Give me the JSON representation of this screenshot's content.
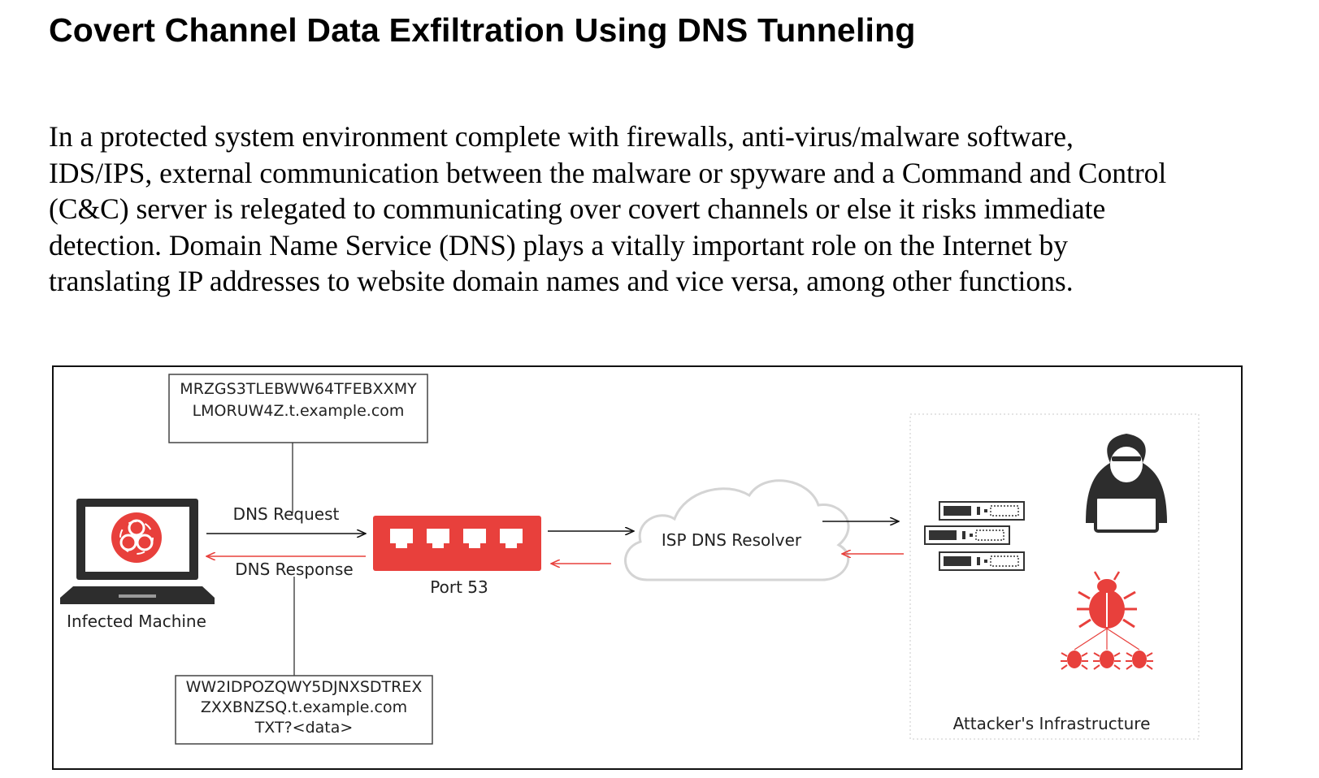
{
  "title": "Covert Channel Data Exfiltration Using DNS Tunneling",
  "paragraph_lines": [
    "In a protected system environment complete with firewalls, anti-virus/malware software,",
    "IDS/IPS, external communication between the malware or spyware and a Command and Control",
    "(C&C) server is relegated to communicating over covert channels or else it risks immediate",
    "detection. Domain Name Service (DNS) plays a vitally important role on the Internet by",
    "translating IP addresses to website domain names and vice versa, among other functions."
  ],
  "diagram": {
    "request_box": [
      "MRZGS3TLEBWW64TFEBXXMY",
      "LMORUW4Z.t.example.com"
    ],
    "response_box": [
      "WW2IDPOZQWY5DJNXSDTREX",
      "ZXXBNZSQ.t.example.com",
      "TXT?<data>"
    ],
    "dns_request_label": "DNS Request",
    "dns_response_label": "DNS Response",
    "infected_machine_label": "Infected Machine",
    "port_label": "Port 53",
    "resolver_label": "ISP DNS Resolver",
    "attacker_label": "Attacker's Infrastructure",
    "icons": [
      "laptop-icon",
      "biohazard-icon",
      "network-port-icon",
      "cloud-icon",
      "server-rack-icon",
      "hooded-hacker-icon",
      "malware-bug-icon"
    ],
    "colors": {
      "accent_red": "#e8403c",
      "line": "#111111",
      "gray": "#cccccc"
    }
  }
}
